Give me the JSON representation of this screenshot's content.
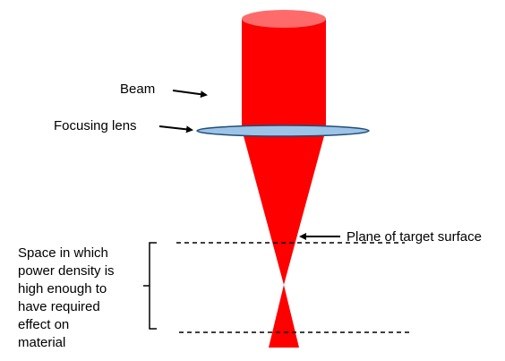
{
  "labels": {
    "beam": "Beam",
    "focusing_lens": "Focusing lens",
    "plane_of_target_surface": "Plane of target surface",
    "space_lines": [
      "Space in which",
      "power density is",
      "high enough to",
      "have required",
      "effect on",
      "material"
    ]
  },
  "colors": {
    "beam": "#ff0000",
    "beam_top": "#ff6b6b",
    "lens_fill": "#9dc3e6",
    "lens_stroke": "#1f4e79",
    "ink": "#000000"
  }
}
